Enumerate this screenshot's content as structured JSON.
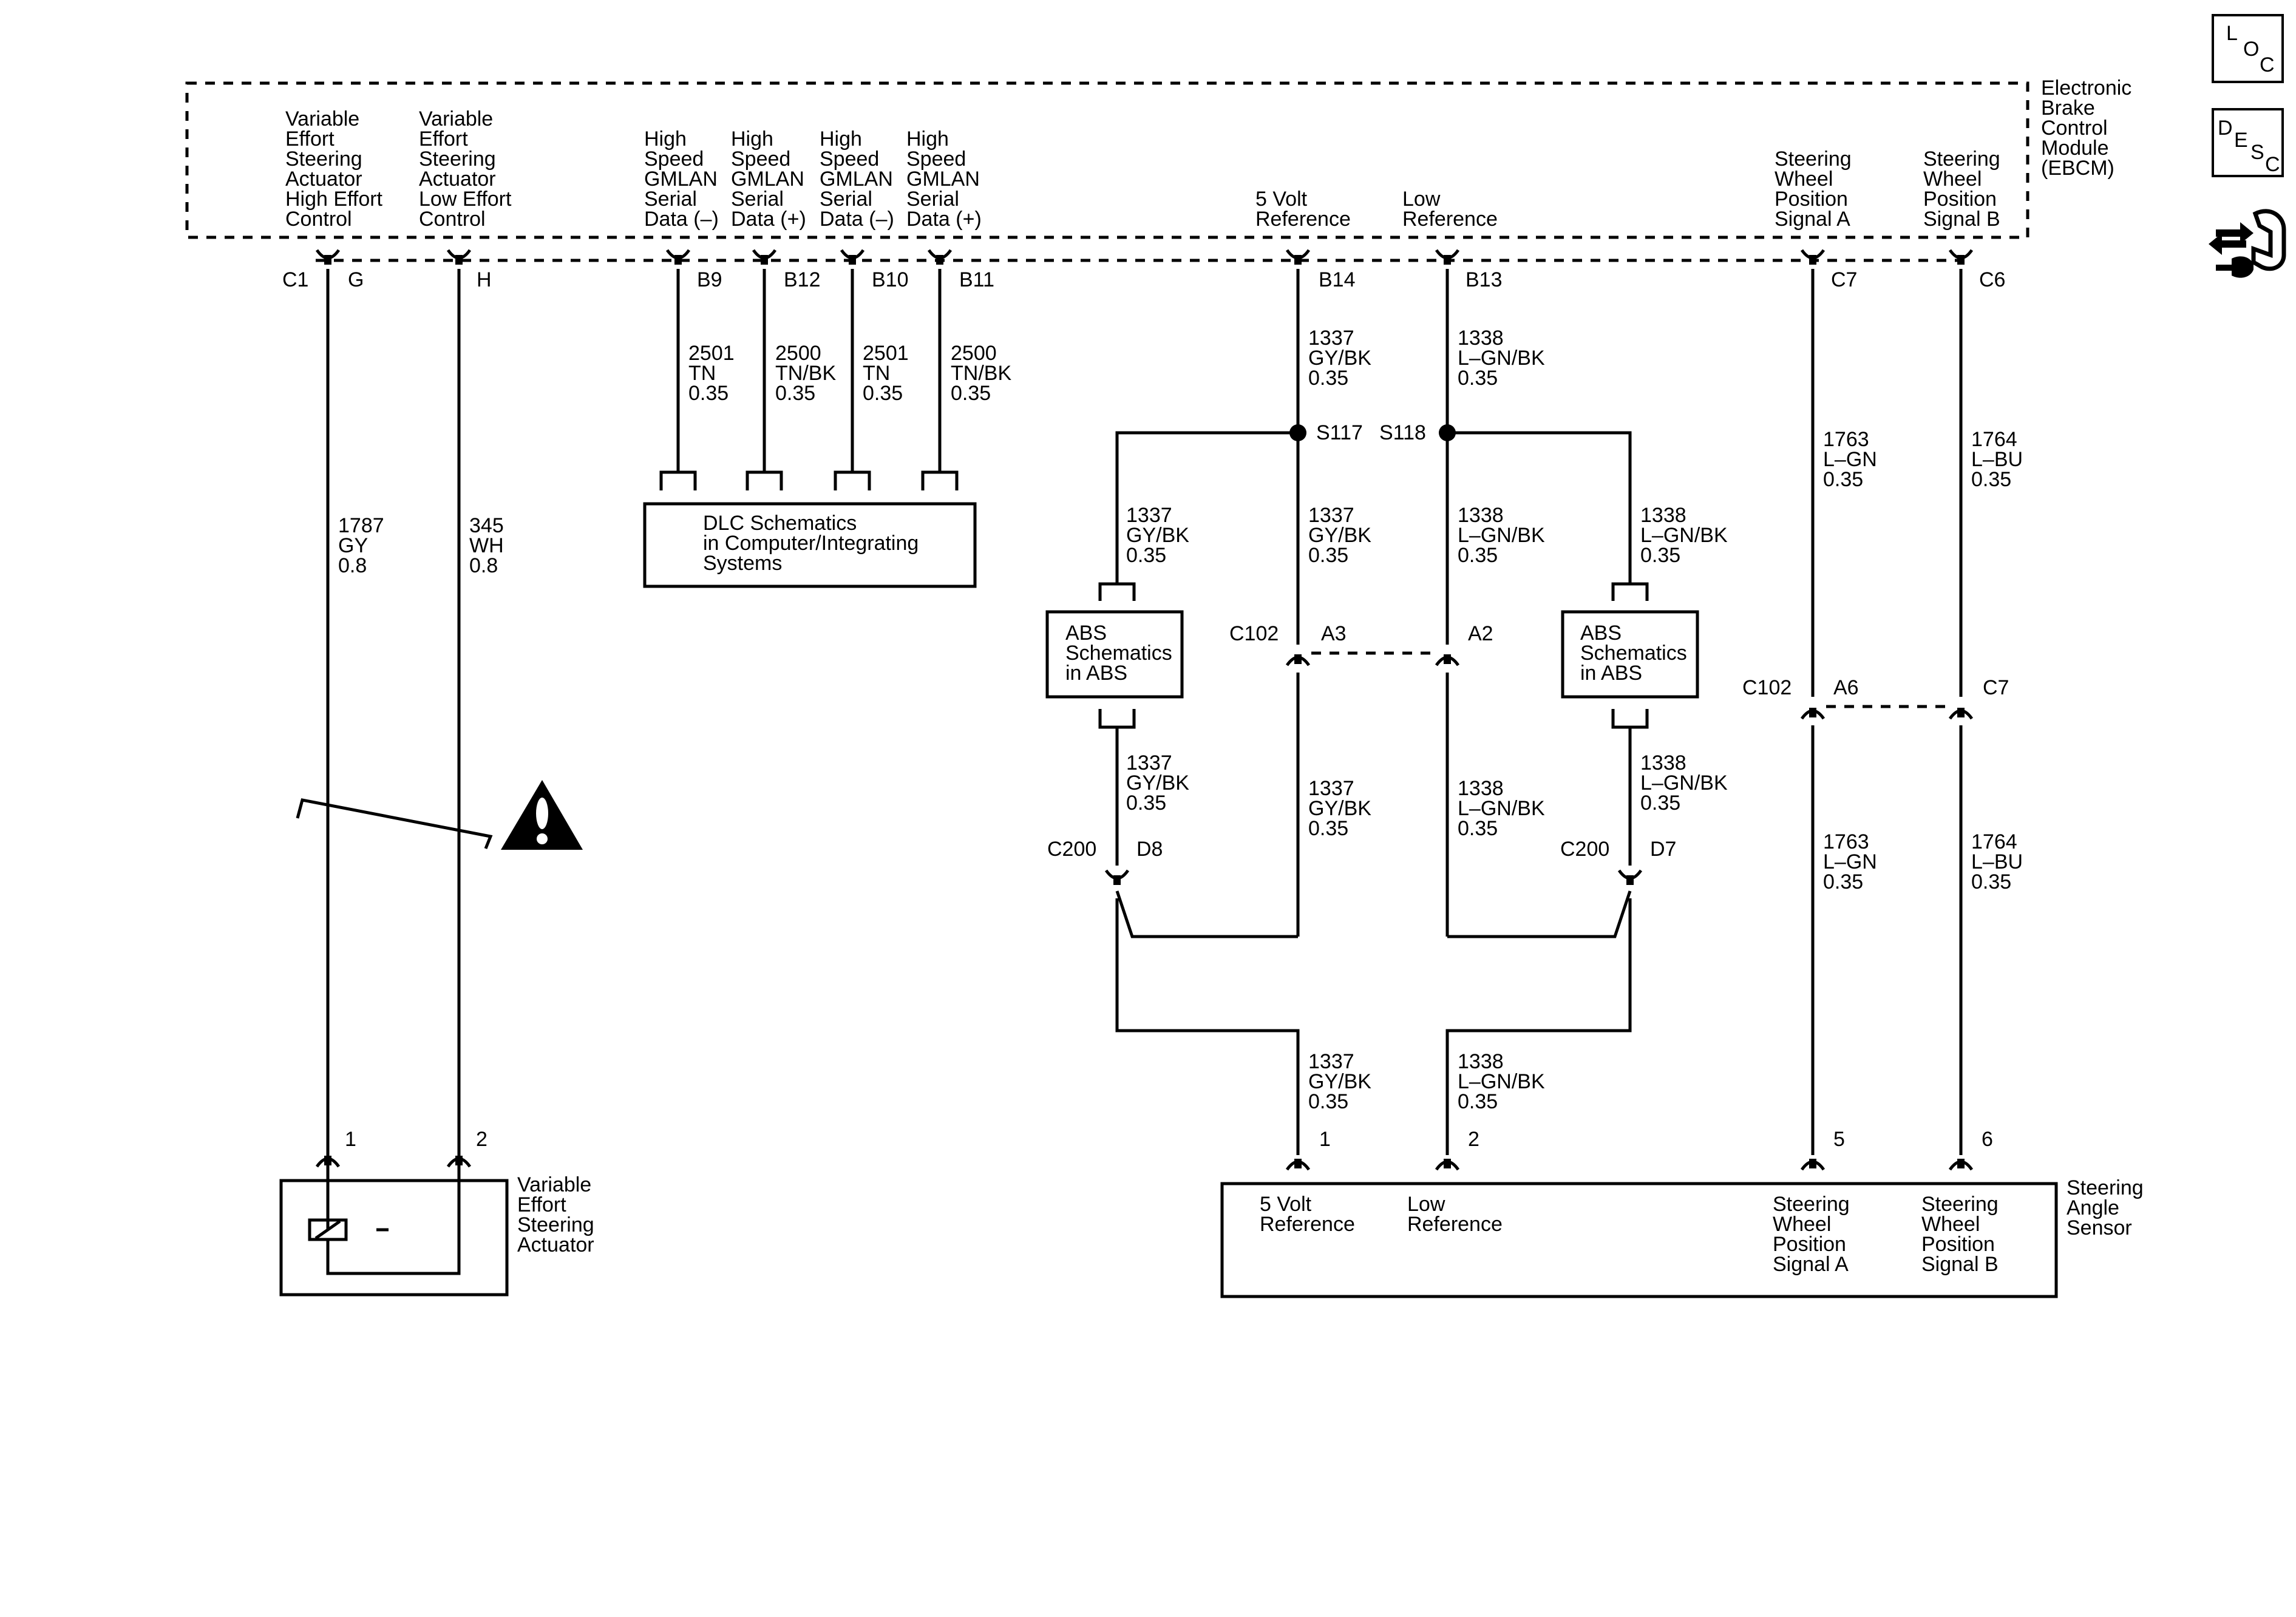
{
  "ebcm": {
    "name": [
      "Electronic",
      "Brake",
      "Control",
      "Module",
      "(EBCM)"
    ],
    "pins": [
      {
        "id": "G",
        "connector": "C1",
        "label": [
          "Variable",
          "Effort",
          "Steering",
          "Actuator",
          "High Effort",
          "Control"
        ]
      },
      {
        "id": "H",
        "label": [
          "Variable",
          "Effort",
          "Steering",
          "Actuator",
          "Low Effort",
          "Control"
        ]
      },
      {
        "id": "B9",
        "label": [
          "High",
          "Speed",
          "GMLAN",
          "Serial",
          "Data (–)"
        ]
      },
      {
        "id": "B12",
        "label": [
          "High",
          "Speed",
          "GMLAN",
          "Serial",
          "Data (+)"
        ]
      },
      {
        "id": "B10",
        "label": [
          "High",
          "Speed",
          "GMLAN",
          "Serial",
          "Data (–)"
        ]
      },
      {
        "id": "B11",
        "label": [
          "High",
          "Speed",
          "GMLAN",
          "Serial",
          "Data (+)"
        ]
      },
      {
        "id": "B14",
        "label": [
          "5 Volt",
          "Reference"
        ]
      },
      {
        "id": "B13",
        "label": [
          "Low",
          "Reference"
        ]
      },
      {
        "id": "C7",
        "label": [
          "Steering",
          "Wheel",
          "Position",
          "Signal A"
        ]
      },
      {
        "id": "C6",
        "label": [
          "Steering",
          "Wheel",
          "Position",
          "Signal B"
        ]
      }
    ]
  },
  "wires": {
    "w1787": [
      "1787",
      "GY",
      "0.8"
    ],
    "w345": [
      "345",
      "WH",
      "0.8"
    ],
    "w2501a": [
      "2501",
      "TN",
      "0.35"
    ],
    "w2500a": [
      "2500",
      "TN/BK",
      "0.35"
    ],
    "w2501b": [
      "2501",
      "TN",
      "0.35"
    ],
    "w2500b": [
      "2500",
      "TN/BK",
      "0.35"
    ],
    "w1337": [
      "1337",
      "GY/BK",
      "0.35"
    ],
    "w1338": [
      "1338",
      "L–GN/BK",
      "0.35"
    ],
    "w1763": [
      "1763",
      "L–GN",
      "0.35"
    ],
    "w1764": [
      "1764",
      "L–BU",
      "0.35"
    ]
  },
  "splices": {
    "s117": "S117",
    "s118": "S118"
  },
  "connectors": {
    "c102": "C102",
    "a3": "A3",
    "a2": "A2",
    "a6": "A6",
    "c7": "C7",
    "c200": "C200",
    "d8": "D8",
    "d7": "D7"
  },
  "dlc_box": [
    "DLC Schematics",
    "in Computer/Integrating",
    "Systems"
  ],
  "abs_box": [
    "ABS",
    "Schematics",
    "in ABS"
  ],
  "actuator": {
    "name": [
      "Variable",
      "Effort",
      "Steering",
      "Actuator"
    ],
    "pins": [
      "1",
      "2"
    ]
  },
  "sensor": {
    "name": [
      "Steering",
      "Angle",
      "Sensor"
    ],
    "pins": [
      "1",
      "2",
      "5",
      "6"
    ],
    "labels": {
      "p1": [
        "5 Volt",
        "Reference"
      ],
      "p2": [
        "Low",
        "Reference"
      ],
      "p5": [
        "Steering",
        "Wheel",
        "Position",
        "Signal A"
      ],
      "p6": [
        "Steering",
        "Wheel",
        "Position",
        "Signal B"
      ]
    }
  },
  "icons": {
    "loc": {
      "letters": [
        "L",
        "O",
        "C"
      ],
      "icon": "loc-icon"
    },
    "desc": {
      "letters": [
        "D",
        "E",
        "S",
        "C"
      ],
      "icon": "desc-icon"
    },
    "tool": "tool-icon",
    "warning": "warning-icon"
  },
  "colors": {
    "ink": "#000000",
    "paper": "#ffffff"
  }
}
